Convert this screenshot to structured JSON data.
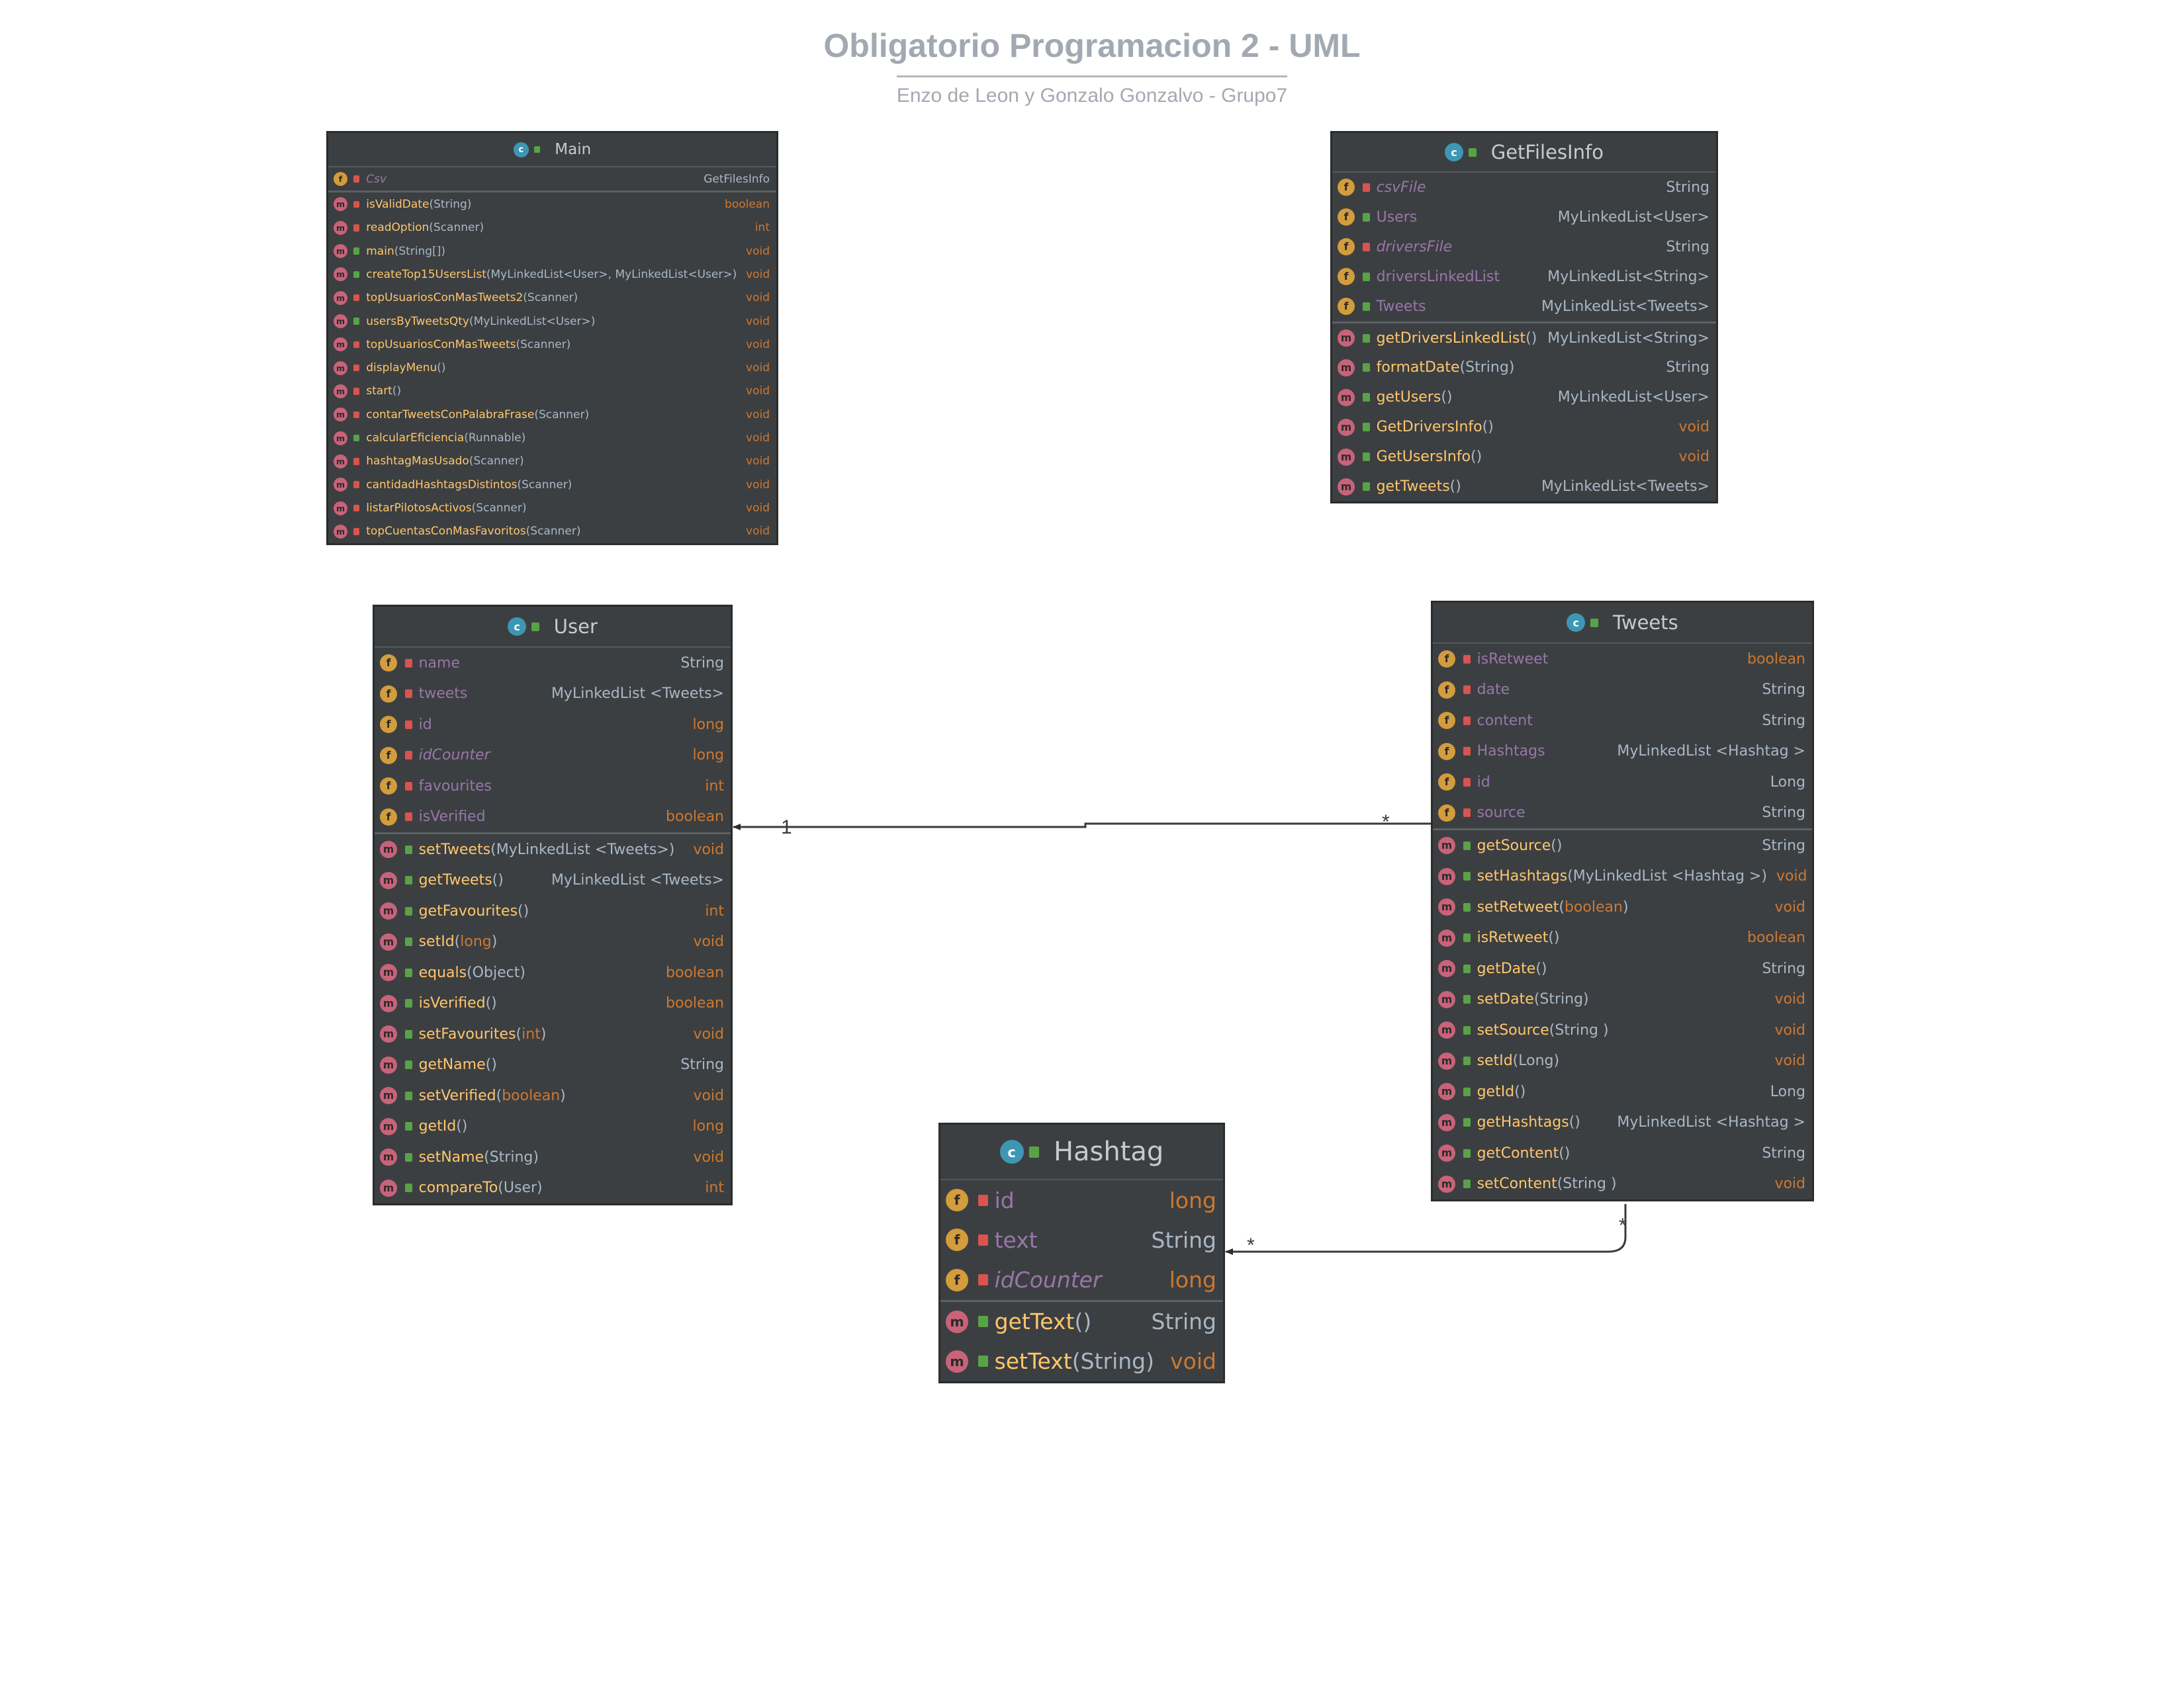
{
  "diagram": {
    "title": "Obligatorio Programacion 2 - UML",
    "subtitle": "Enzo de Leon y Gonzalo Gonzalvo - Grupo7"
  },
  "classes": [
    {
      "id": "main",
      "name": "Main",
      "fields": [
        {
          "name": "Csv",
          "params": "",
          "type": "GetFilesInfo",
          "visibility": "private",
          "static": true
        }
      ],
      "methods": [
        {
          "name": "isValidDate",
          "params": "(String)",
          "type": "boolean",
          "visibility": "private"
        },
        {
          "name": "readOption",
          "params": "(Scanner)",
          "type": "int",
          "visibility": "private"
        },
        {
          "name": "main",
          "params": "(String[])",
          "type": "void",
          "visibility": "public"
        },
        {
          "name": "createTop15UsersList",
          "params": "(MyLinkedList<User>, MyLinkedList<User>)",
          "type": "void",
          "visibility": "public"
        },
        {
          "name": "topUsuariosConMasTweets2",
          "params": "(Scanner)",
          "type": "void",
          "visibility": "private"
        },
        {
          "name": "usersByTweetsQty",
          "params": "(MyLinkedList<User>)",
          "type": "void",
          "visibility": "public"
        },
        {
          "name": "topUsuariosConMasTweets",
          "params": "(Scanner)",
          "type": "void",
          "visibility": "private"
        },
        {
          "name": "displayMenu",
          "params": "()",
          "type": "void",
          "visibility": "private"
        },
        {
          "name": "start",
          "params": "()",
          "type": "void",
          "visibility": "private"
        },
        {
          "name": "contarTweetsConPalabraFrase",
          "params": "(Scanner)",
          "type": "void",
          "visibility": "private"
        },
        {
          "name": "calcularEficiencia",
          "params": "(Runnable)",
          "type": "void",
          "visibility": "public"
        },
        {
          "name": "hashtagMasUsado",
          "params": "(Scanner)",
          "type": "void",
          "visibility": "private"
        },
        {
          "name": "cantidadHashtagsDistintos",
          "params": "(Scanner)",
          "type": "void",
          "visibility": "private"
        },
        {
          "name": "listarPilotosActivos",
          "params": "(Scanner)",
          "type": "void",
          "visibility": "private"
        },
        {
          "name": "topCuentasConMasFavoritos",
          "params": "(Scanner)",
          "type": "void",
          "visibility": "private"
        }
      ]
    },
    {
      "id": "getfilesinfo",
      "name": "GetFilesInfo",
      "fields": [
        {
          "name": "csvFile",
          "type": "String",
          "visibility": "private",
          "static": true
        },
        {
          "name": "Users",
          "type": "MyLinkedList<User>",
          "visibility": "public"
        },
        {
          "name": "driversFile",
          "type": "String",
          "visibility": "private",
          "static": true
        },
        {
          "name": "driversLinkedList",
          "type": "MyLinkedList<String>",
          "visibility": "public"
        },
        {
          "name": "Tweets",
          "type": "MyLinkedList<Tweets>",
          "visibility": "public"
        }
      ],
      "methods": [
        {
          "name": "getDriversLinkedList",
          "params": "()",
          "type": "MyLinkedList<String>",
          "visibility": "public"
        },
        {
          "name": "formatDate",
          "params": "(String)",
          "type": "String",
          "visibility": "public"
        },
        {
          "name": "getUsers",
          "params": "()",
          "type": "MyLinkedList<User>",
          "visibility": "public"
        },
        {
          "name": "GetDriversInfo",
          "params": "()",
          "type": "void",
          "visibility": "public"
        },
        {
          "name": "GetUsersInfo",
          "params": "()",
          "type": "void",
          "visibility": "public"
        },
        {
          "name": "getTweets",
          "params": "()",
          "type": "MyLinkedList<Tweets>",
          "visibility": "public"
        }
      ]
    },
    {
      "id": "user",
      "name": "User",
      "fields": [
        {
          "name": "name",
          "type": "String",
          "visibility": "private"
        },
        {
          "name": "tweets",
          "type": "MyLinkedList <Tweets>",
          "visibility": "private"
        },
        {
          "name": "id",
          "type": "long",
          "visibility": "private"
        },
        {
          "name": "idCounter",
          "type": "long",
          "visibility": "private",
          "static": true
        },
        {
          "name": "favourites",
          "type": "int",
          "visibility": "private"
        },
        {
          "name": "isVerified",
          "type": "boolean",
          "visibility": "private"
        }
      ],
      "methods": [
        {
          "name": "setTweets",
          "params": " (MyLinkedList <Tweets>)",
          "type": "void",
          "visibility": "public"
        },
        {
          "name": "getTweets",
          "params": " ()",
          "type": "MyLinkedList <Tweets>",
          "visibility": "public"
        },
        {
          "name": "getFavourites",
          "params": " ()",
          "type": "int",
          "visibility": "public"
        },
        {
          "name": "setId",
          "params": " (long)",
          "type": "void",
          "visibility": "public"
        },
        {
          "name": "equals",
          "params": " (Object)",
          "type": "boolean",
          "visibility": "public"
        },
        {
          "name": "isVerified",
          "params": " ()",
          "type": "boolean",
          "visibility": "public"
        },
        {
          "name": "setFavourites",
          "params": " (int)",
          "type": "void",
          "visibility": "public"
        },
        {
          "name": "getName",
          "params": " ()",
          "type": "String",
          "visibility": "public"
        },
        {
          "name": "setVerified",
          "params": " (boolean)",
          "type": "void",
          "visibility": "public"
        },
        {
          "name": "getId",
          "params": " ()",
          "type": "long",
          "visibility": "public"
        },
        {
          "name": "setName",
          "params": " (String)",
          "type": "void",
          "visibility": "public"
        },
        {
          "name": "compareTo",
          "params": " (User)",
          "type": "int",
          "visibility": "public"
        }
      ]
    },
    {
      "id": "tweets",
      "name": "Tweets",
      "fields": [
        {
          "name": "isRetweet",
          "type": "boolean",
          "visibility": "private"
        },
        {
          "name": "date",
          "type": "String",
          "visibility": "private"
        },
        {
          "name": "content",
          "type": "String",
          "visibility": "private"
        },
        {
          "name": "Hashtags",
          "type": "MyLinkedList <Hashtag >",
          "visibility": "private"
        },
        {
          "name": "id",
          "type": "Long",
          "visibility": "private"
        },
        {
          "name": "source",
          "type": "String",
          "visibility": "private"
        }
      ],
      "methods": [
        {
          "name": "getSource",
          "params": " ()",
          "type": "String",
          "visibility": "public"
        },
        {
          "name": "setHashtags",
          "params": " (MyLinkedList <Hashtag >)",
          "type": "void",
          "visibility": "public"
        },
        {
          "name": "setRetweet",
          "params": " (boolean)",
          "type": "void",
          "visibility": "public"
        },
        {
          "name": "isRetweet",
          "params": " ()",
          "type": "boolean",
          "visibility": "public"
        },
        {
          "name": "getDate",
          "params": " ()",
          "type": "String",
          "visibility": "public"
        },
        {
          "name": "setDate",
          "params": " (String)",
          "type": "void",
          "visibility": "public"
        },
        {
          "name": "setSource",
          "params": " (String )",
          "type": "void",
          "visibility": "public"
        },
        {
          "name": "setId",
          "params": " (Long)",
          "type": "void",
          "visibility": "public"
        },
        {
          "name": "getId",
          "params": " ()",
          "type": "Long",
          "visibility": "public"
        },
        {
          "name": "getHashtags",
          "params": " ()",
          "type": "MyLinkedList <Hashtag >",
          "visibility": "public"
        },
        {
          "name": "getContent",
          "params": " ()",
          "type": "String",
          "visibility": "public"
        },
        {
          "name": "setContent",
          "params": " (String )",
          "type": "void",
          "visibility": "public"
        }
      ]
    },
    {
      "id": "hashtag",
      "name": "Hashtag",
      "fields": [
        {
          "name": "id",
          "type": "long",
          "visibility": "private"
        },
        {
          "name": "text",
          "type": "String",
          "visibility": "private"
        },
        {
          "name": "idCounter",
          "type": "long",
          "visibility": "private",
          "static": true
        }
      ],
      "methods": [
        {
          "name": "getText",
          "params": "()",
          "type": "String",
          "visibility": "public"
        },
        {
          "name": "setText",
          "params": "(String)",
          "type": "void",
          "visibility": "public"
        }
      ]
    }
  ],
  "associations": [
    {
      "id": "tweets-to-user",
      "from": "tweets",
      "to": "user",
      "from_label": "*",
      "to_label": "1"
    },
    {
      "id": "tweets-to-hashtag",
      "from": "tweets",
      "to": "hashtag",
      "from_label": "*",
      "to_label": "*"
    }
  ],
  "colors": {
    "class_background": "#3c3f41",
    "field_name": "#9876aa",
    "method_name": "#ffc66d",
    "keyword_type": "#cc7832",
    "reference_type": "#a9b7c6",
    "field_badge": "#d39c3c",
    "method_badge": "#c8637a",
    "class_badge": "#3d97b4",
    "lock_private": "#d9534f",
    "lock_public": "#58a347"
  }
}
